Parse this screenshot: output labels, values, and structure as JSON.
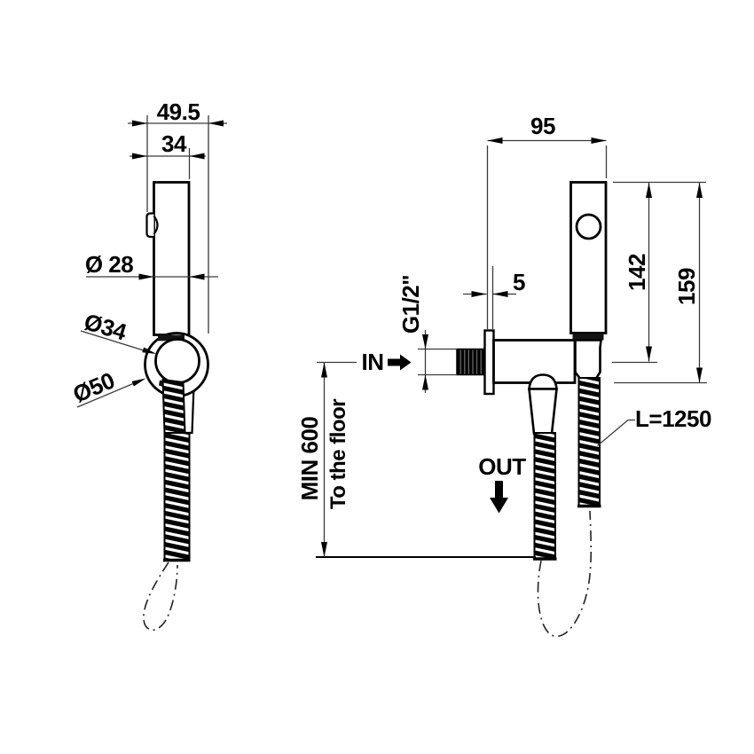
{
  "drawing": {
    "side_view": {
      "overall_depth": "49.5",
      "head_depth": "34",
      "handle_diameter": "Ø 28",
      "holder_inner_diameter": "Ø34",
      "holder_outer_diameter": "Ø50"
    },
    "front_view": {
      "wall_to_handle": "95",
      "plate_thickness": "5",
      "inlet_thread": "G1/2\"",
      "inlet_label": "IN",
      "outlet_label": "OUT",
      "handle_top_to_inlet_axis": "142",
      "handle_top_to_body_bottom": "159",
      "min_floor_clearance": "MIN 600",
      "floor_reference": "To the floor",
      "hose_length": "L=1250"
    },
    "colors": {
      "line": "#000000",
      "dim_line": "#3a3a3a",
      "background": "#ffffff"
    }
  }
}
